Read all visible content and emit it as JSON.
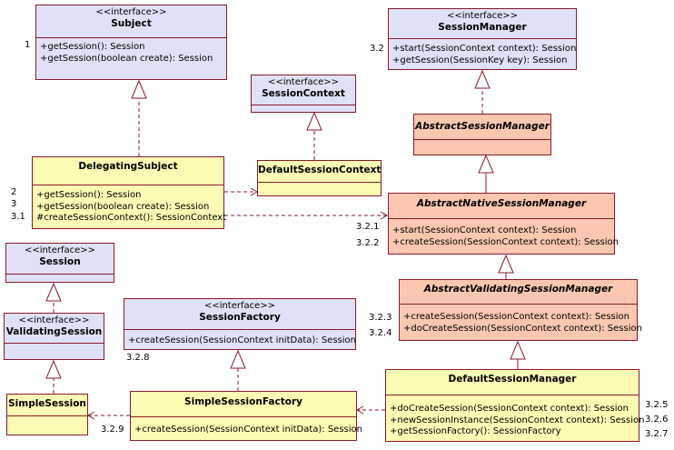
{
  "subject": {
    "stereotype": "<<interface>>",
    "name": "Subject",
    "ops": [
      "+getSession(): Session",
      "+getSession(boolean create): Session"
    ]
  },
  "session_manager": {
    "stereotype": "<<interface>>",
    "name": "SessionManager",
    "ops": [
      "+start(SessionContext context): Session",
      "+getSession(SessionKey key): Session"
    ]
  },
  "session_context": {
    "stereotype": "<<interface>>",
    "name": "SessionContext"
  },
  "abstract_session_manager": {
    "name": "AbstractSessionManager"
  },
  "delegating_subject": {
    "name": "DelegatingSubject",
    "ops": [
      "+getSession(): Session",
      "+getSession(boolean create): Session",
      "#createSessionContext(): SessionContext"
    ]
  },
  "default_session_context": {
    "name": "DefaultSessionContext"
  },
  "abstract_native_session_manager": {
    "name": "AbstractNativeSessionManager",
    "ops": [
      "+start(SessionContext context): Session",
      "+createSession(SessionContext context): Session"
    ]
  },
  "session": {
    "stereotype": "<<interface>>",
    "name": "Session"
  },
  "validating_session": {
    "stereotype": "<<interface>>",
    "name": "ValidatingSession"
  },
  "session_factory": {
    "stereotype": "<<interface>>",
    "name": "SessionFactory",
    "ops": [
      "+createSession(SessionContext initData): Session"
    ]
  },
  "abstract_validating_session_manager": {
    "name": "AbstractValidatingSessionManager",
    "ops": [
      "+createSession(SessionContext context): Session",
      "+doCreateSession(SessionContext context): Session"
    ]
  },
  "simple_session": {
    "name": "SimpleSession"
  },
  "simple_session_factory": {
    "name": "SimpleSessionFactory",
    "ops": [
      "+createSession(SessionContext initData): Session"
    ]
  },
  "default_session_manager": {
    "name": "DefaultSessionManager",
    "ops": [
      "+doCreateSession(SessionContext context): Session",
      "+newSessionInstance(SessionContext context): Session",
      "+getSessionFactory(): SessionFactory"
    ]
  },
  "step_numbers": {
    "s1": "1",
    "s2": "2",
    "s3": "3",
    "s3_1": "3.1",
    "s3_2": "3.2",
    "s3_2_1": "3.2.1",
    "s3_2_2": "3.2.2",
    "s3_2_3": "3.2.3",
    "s3_2_4": "3.2.4",
    "s3_2_5": "3.2.5",
    "s3_2_6": "3.2.6",
    "s3_2_7": "3.2.7",
    "s3_2_8": "3.2.8",
    "s3_2_9": "3.2.9"
  },
  "colors": {
    "interface_fill": "#dfe1f7",
    "class_fill": "#fdfbb4",
    "abstract_fill": "#fbc7b0",
    "border": "#8b1a2b",
    "edge": "#8b1a2b"
  }
}
